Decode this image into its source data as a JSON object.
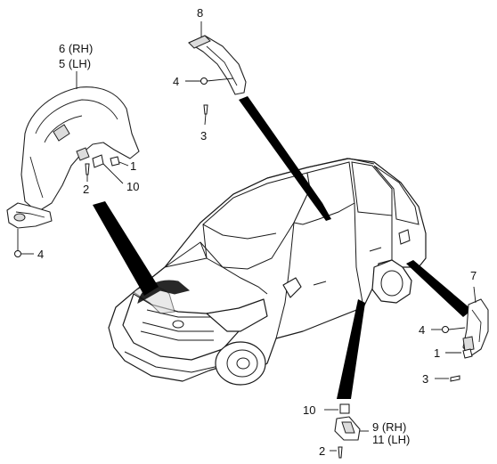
{
  "diagram": {
    "callouts": {
      "rh6": "6 (RH)",
      "lh5": "5 (LH)",
      "n8": "8",
      "n4_top": "4",
      "n3_top": "3",
      "n1_left": "1",
      "n2_left": "2",
      "n10_left": "10",
      "n4_left": "4",
      "n7": "7",
      "n4_right": "4",
      "n1_right": "1",
      "n3_right": "3",
      "n10_bottom": "10",
      "rh9": "9 (RH)",
      "lh11": "11 (LH)",
      "n2_bottom": "2"
    }
  }
}
